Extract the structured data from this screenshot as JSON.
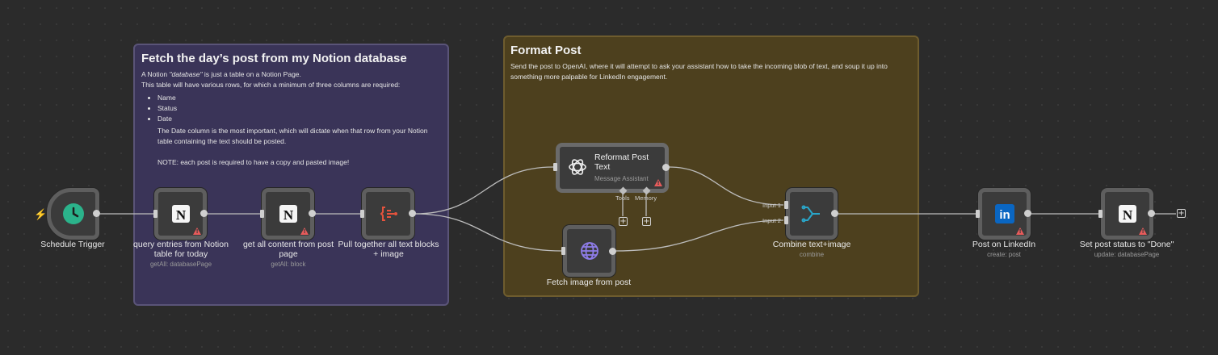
{
  "sticky_notes": {
    "notion": {
      "title": "Fetch the day’s post from my Notion database",
      "line1_prefix": "A Notion ",
      "line1_italic": "\"database\"",
      "line1_suffix": " is just a table on a Notion Page.",
      "line2": "This table will have various rows, for which a minimum of three columns are required:",
      "columns": [
        "Name",
        "Status",
        "Date"
      ],
      "para1": "The Date column is the most important, which will dictate when that row from your Notion table containing the text should be posted.",
      "para2": "NOTE: each post is required to have a copy and pasted image!"
    },
    "format": {
      "title": "Format Post",
      "body": "Send the post to OpenAI, where it will attempt to ask your assistant how to take the incoming blob of text, and soup it up into something more palpable for LinkedIn engagement."
    }
  },
  "nodes": {
    "schedule": {
      "label": "Schedule Trigger",
      "icon": "clock-icon"
    },
    "query_entries": {
      "label": "query entries from Notion table for today",
      "sub": "getAll: databasePage",
      "icon": "notion-icon",
      "warning": true
    },
    "get_content": {
      "label": "get all content from post page",
      "sub": "getAll: block",
      "icon": "notion-icon",
      "warning": true
    },
    "pull_together": {
      "label": "Pull together all text blocks + image",
      "icon": "code-icon"
    },
    "reformat": {
      "label": "Reformat Post Text",
      "sub": "Message Assistant",
      "icon": "openai-icon",
      "warning": true,
      "ports": [
        "Tools",
        "Memory"
      ]
    },
    "fetch_image": {
      "label": "Fetch image from post",
      "icon": "globe-icon"
    },
    "combine": {
      "label": "Combine text+image",
      "sub": "combine",
      "inputs": [
        "Input 1",
        "Input 2"
      ],
      "icon": "merge-icon"
    },
    "linkedin": {
      "label": "Post on LinkedIn",
      "sub": "create: post",
      "icon": "linkedin-icon",
      "warning": true
    },
    "set_status": {
      "label": "Set post status to \"Done\"",
      "sub": "update: databasePage",
      "icon": "notion-icon",
      "warning": true
    }
  },
  "add_button": "+",
  "colors": {
    "canvas": "#2b2b2b",
    "sticky_purple": "#3a3458",
    "sticky_yellow": "#4d401e",
    "warning": "#e85b5b",
    "schedule": "#2bb38b",
    "linkedin": "#0a66c2",
    "merge": "#29a5c9",
    "code": "#e5533d"
  }
}
